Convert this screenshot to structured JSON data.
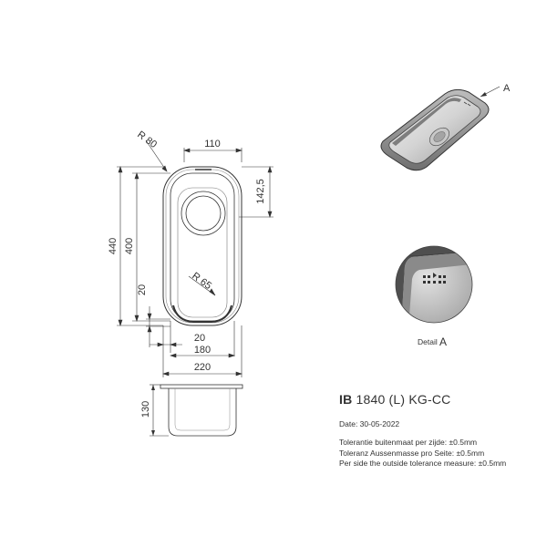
{
  "dimensions": {
    "r_outer": "R 80",
    "drain_width": "110",
    "drain_depth": "142,5",
    "overall_length": "440",
    "inner_length": "400",
    "wall_side": "20",
    "r_inner": "R 65",
    "wall_bottom": "20",
    "inner_width": "180",
    "overall_width": "220",
    "depth": "130"
  },
  "detail": {
    "callout_letter": "A",
    "label": "Detail",
    "label_letter": "A"
  },
  "title_block": {
    "model_prefix": "IB",
    "model_rest": "1840 (L) KG-CC",
    "date": "Date: 30-05-2022",
    "tolerance_nl": "Tolerantie buitenmaat per zijde: ±0.5mm",
    "tolerance_de": "Toleranz Aussenmasse pro Seite: ±0.5mm",
    "tolerance_en": "Per side the outside tolerance measure: ±0.5mm"
  }
}
